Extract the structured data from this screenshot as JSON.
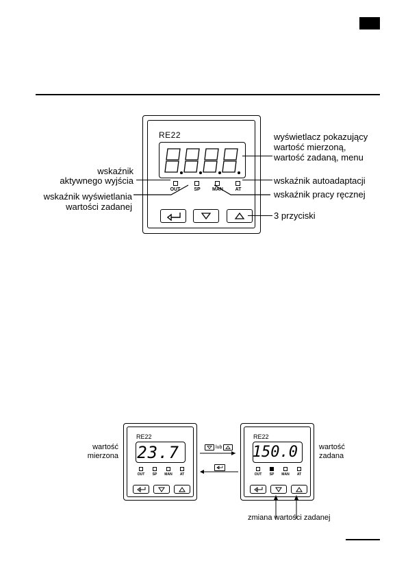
{
  "top_diagram": {
    "brand": "RE22",
    "display_digits": "8888",
    "leds": [
      {
        "label": "OUT",
        "on": false
      },
      {
        "label": "SP",
        "on": false
      },
      {
        "label": "MAN",
        "on": false
      },
      {
        "label": "AT",
        "on": false
      }
    ],
    "callouts": {
      "display_line1": "wyświetlacz pokazujący",
      "display_line2": "wartość mierzoną,",
      "display_line3": "wartość zadaną, menu",
      "out_line1": "wskaźnik",
      "out_line2": "aktywnego wyjścia",
      "sp_line1": "wskaźnik wyświetlania",
      "sp_line2": "wartości zadanej",
      "at": "wskaźnik autoadaptacji",
      "man": "wskaźnik pracy ręcznej",
      "buttons": "3 przyciski"
    }
  },
  "bottom_diagram": {
    "left_device": {
      "brand": "RE22",
      "display": "23.7",
      "leds": [
        "OUT",
        "SP",
        "MAN",
        "AT"
      ],
      "active_led": ""
    },
    "right_device": {
      "brand": "RE22",
      "display": "150.0",
      "leds": [
        "OUT",
        "SP",
        "MAN",
        "AT"
      ],
      "active_led": "SP"
    },
    "label_left_line1": "wartość",
    "label_left_line2": "mierzona",
    "label_right_line1": "wartość",
    "label_right_line2": "zadana",
    "arrow_forward_text": "lub",
    "caption": "zmiana wartości zadanej"
  },
  "icons": [
    "enter-key-icon",
    "down-arrow-icon",
    "up-arrow-icon"
  ]
}
